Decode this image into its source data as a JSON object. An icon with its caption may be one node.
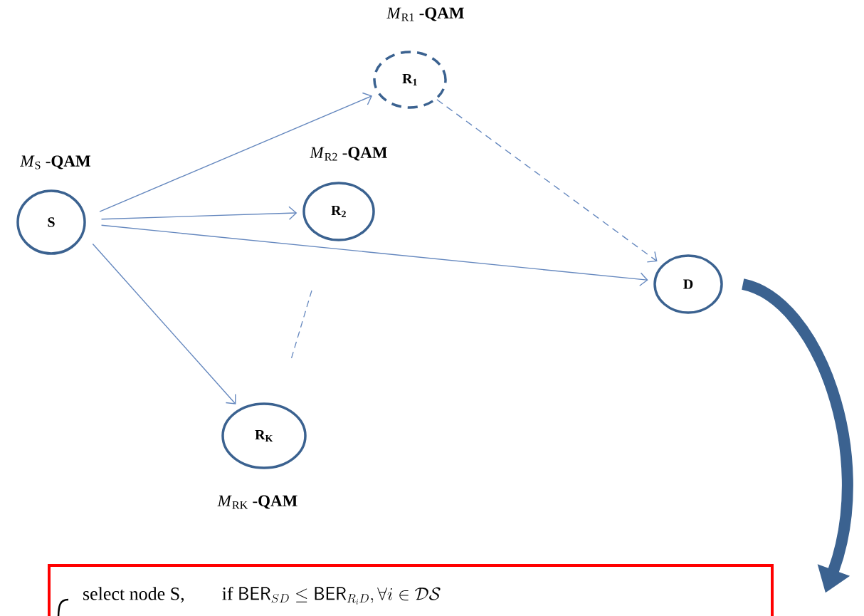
{
  "diagram": {
    "nodes": [
      {
        "text": [
          "S"
        ],
        "beside": [
          "*M*$_{S}$ -**QAM**"
        ]
      },
      {
        "text": [
          "R$_{1}$"
        ],
        "beside": [
          "*M*$_{R1}$ -**QAM**"
        ]
      },
      {
        "text": [
          "R$_{2}$"
        ],
        "beside": [
          "*M*$_{R2}$ -**QAM**"
        ]
      },
      {
        "text": [
          "R$_{K}$"
        ],
        "beside": [
          "*M*$_{RK}$ -**QAM**"
        ]
      },
      {
        "text": [
          "D"
        ]
      },
      {
        "text": [
          "\\text{select node S,}\\qquad \\text{if } \\mathsf{BER}_{SD} \\le \\mathsf{BER}_{R_iD}, \\forall i \\in \\mathcal{DS}"
        ]
      }
    ],
    "edges": [
      {
        "from": 0,
        "to": 1,
        "arrow": "to"
      },
      {
        "from": 0,
        "to": 2,
        "arrow": "to"
      },
      {
        "from": 0,
        "to": 4,
        "arrow": "to"
      },
      {
        "from": 0,
        "to": 3,
        "arrow": "to"
      },
      {
        "from": 1,
        "to": 4,
        "arrow": "to",
        "style": "dashed"
      },
      {
        "from": 4,
        "to": 5,
        "arrow": "to",
        "style": "thick",
        "color": "#3b6290"
      }
    ]
  }
}
